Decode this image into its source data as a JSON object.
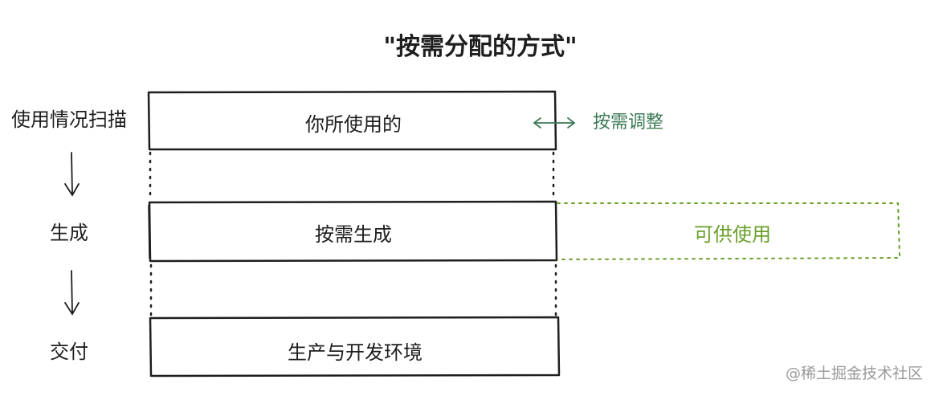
{
  "title": "\"按需分配的方式\"",
  "stages": [
    {
      "label": "使用情况扫描"
    },
    {
      "label": "生成"
    },
    {
      "label": "交付"
    }
  ],
  "boxes": [
    {
      "label": "你所使用的"
    },
    {
      "label": "按需生成"
    },
    {
      "label": "生产与开发环境"
    }
  ],
  "adjust_label": "按需调整",
  "available_label": "可供使用",
  "watermark": "@稀土掘金技术社区",
  "colors": {
    "ink": "#1e1e1e",
    "adjust": "#3d7a56",
    "available": "#6aa02a",
    "watermark": "#9a9a9a"
  }
}
